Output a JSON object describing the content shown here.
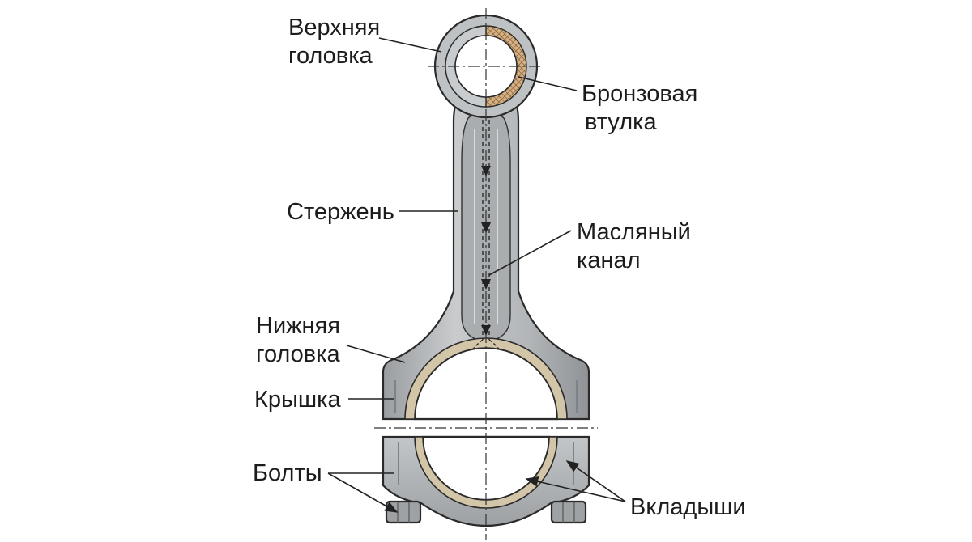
{
  "labels": {
    "upper_head": [
      "Верхняя",
      "головка"
    ],
    "bronze_bushing": [
      "Бронзовая",
      "втулка"
    ],
    "rod": "Стержень",
    "oil_channel": [
      "Масляный",
      "канал"
    ],
    "lower_head": [
      "Нижняя",
      "головка"
    ],
    "cap": "Крышка",
    "bolts": "Болты",
    "bearing_shells": "Вкладыши"
  },
  "colors": {
    "metal": "#b9bcbf",
    "metal_dark": "#8f9396",
    "metal_light": "#d8dadc",
    "bronze": "#d8b183",
    "shell": "#d2c5a8",
    "outline": "#2a2a2a"
  },
  "icons": {
    "oil_flow": "arrow-down-icon"
  }
}
